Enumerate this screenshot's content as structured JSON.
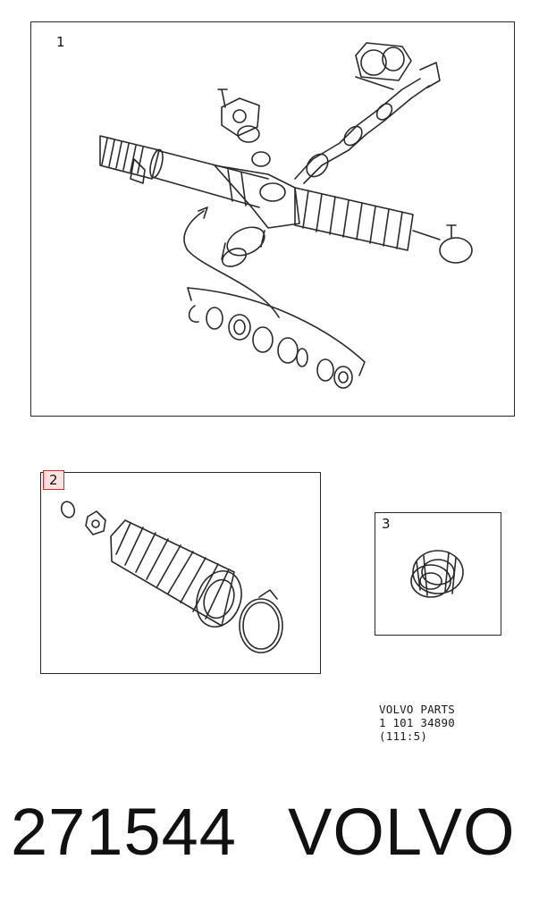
{
  "panels": [
    {
      "label": "1"
    },
    {
      "label": "2"
    },
    {
      "label": "3"
    }
  ],
  "reference": {
    "line1": "VOLVO PARTS",
    "line2": "1 101 34890",
    "line3": "(111:5)"
  },
  "footer": {
    "part_number": "271544",
    "brand": "VOLVO"
  },
  "colors": {
    "line": "#2a2a2a",
    "highlight": "#d62828"
  }
}
